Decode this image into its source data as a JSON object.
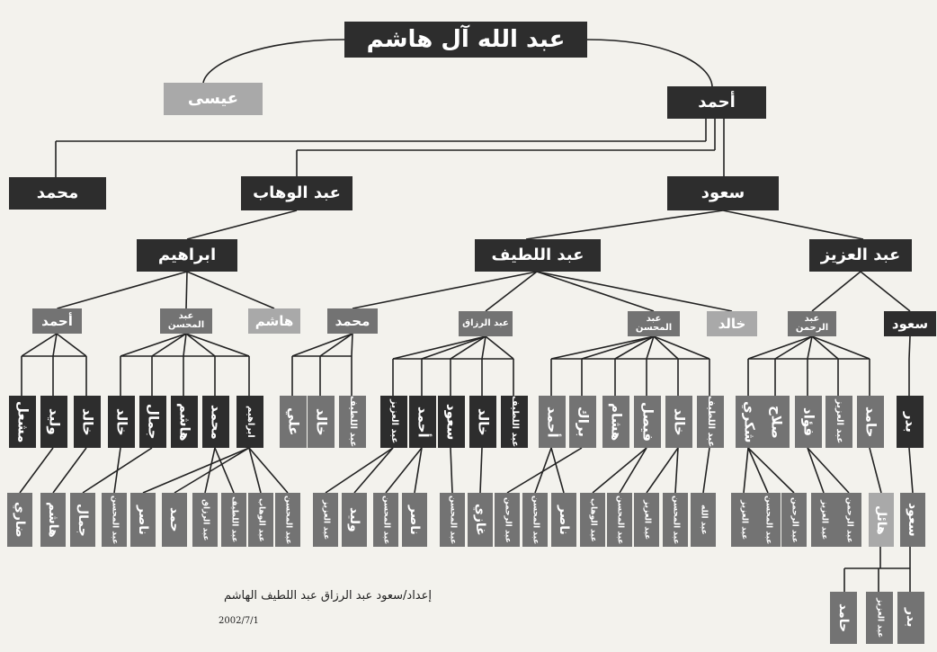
{
  "colors": {
    "dark": "#2d2d2d",
    "mid": "#737373",
    "light": "#a9a9a9",
    "line": "#222222",
    "text": "#ffffff"
  },
  "level0": {
    "root": "عبد الله آل هاشم"
  },
  "level1": {
    "isa": "عيسى",
    "ahmad": "أحمد"
  },
  "level2": {
    "muhammad": "محمد",
    "abdulwahab": "عبد الوهاب",
    "saud": "سعود"
  },
  "level3": {
    "ibrahim": "ابراهيم",
    "abdullatif": "عبد اللطيف",
    "abdulaziz": "عبد العزيز"
  },
  "level4": {
    "ahmad": "أحمد",
    "abdulmohsen": "عبد المحسن",
    "hashem": "هاشم",
    "muhammad": "محمد",
    "abdulrazzaq": "عبد الرزاق",
    "abdulmohsen2": "عبد المحسن",
    "khaled": "خالد",
    "abdulrahman": "عبد الرحمن",
    "saud": "سعود"
  },
  "level5": [
    "مشعل",
    "وليد",
    "خالد",
    "خالد",
    "جمال",
    "هاشم",
    "محمد",
    "ابراهيم",
    "علي",
    "خالد",
    "عبد اللطيف",
    "عبد العزيز",
    "أحمد",
    "سعود",
    "خالد",
    "عبد اللطيف",
    "أحمد",
    "براك",
    "هشام",
    "فيصل",
    "خالد",
    "عبد اللطيف",
    "شكري",
    "صلاح",
    "فؤاد",
    "عبد العزيز",
    "حامد",
    "بدر"
  ],
  "level6": [
    "ضاري",
    "هاشم",
    "جمال",
    "عبد المحسن",
    "ناصر",
    "حمد",
    "عبد الرزاق",
    "عبد اللطيف",
    "عبد الوهاب",
    "عبد المحسن",
    "عبد العزيز",
    "وليد",
    "عبد المحسن",
    "ناصر",
    "عبد المحسن",
    "غازي",
    "عبد الرحمن",
    "عبد المحسن",
    "ناصر",
    "عبد الوهاب",
    "عبد المحسن",
    "عبد العزيز",
    "عبد المحسن",
    "عبد الله",
    "عبد العزيز",
    "عبد المحسن",
    "عبد الرحمن",
    "عبد العزيز",
    "عبد الرحمن",
    "هائل",
    "سعود"
  ],
  "level7": [
    "حامد",
    "عبد العزيز",
    "بدر"
  ],
  "credit": {
    "author": "إعداد/سعود عبد الرزاق عبد اللطيف الهاشم",
    "date": "2002/7/1"
  }
}
